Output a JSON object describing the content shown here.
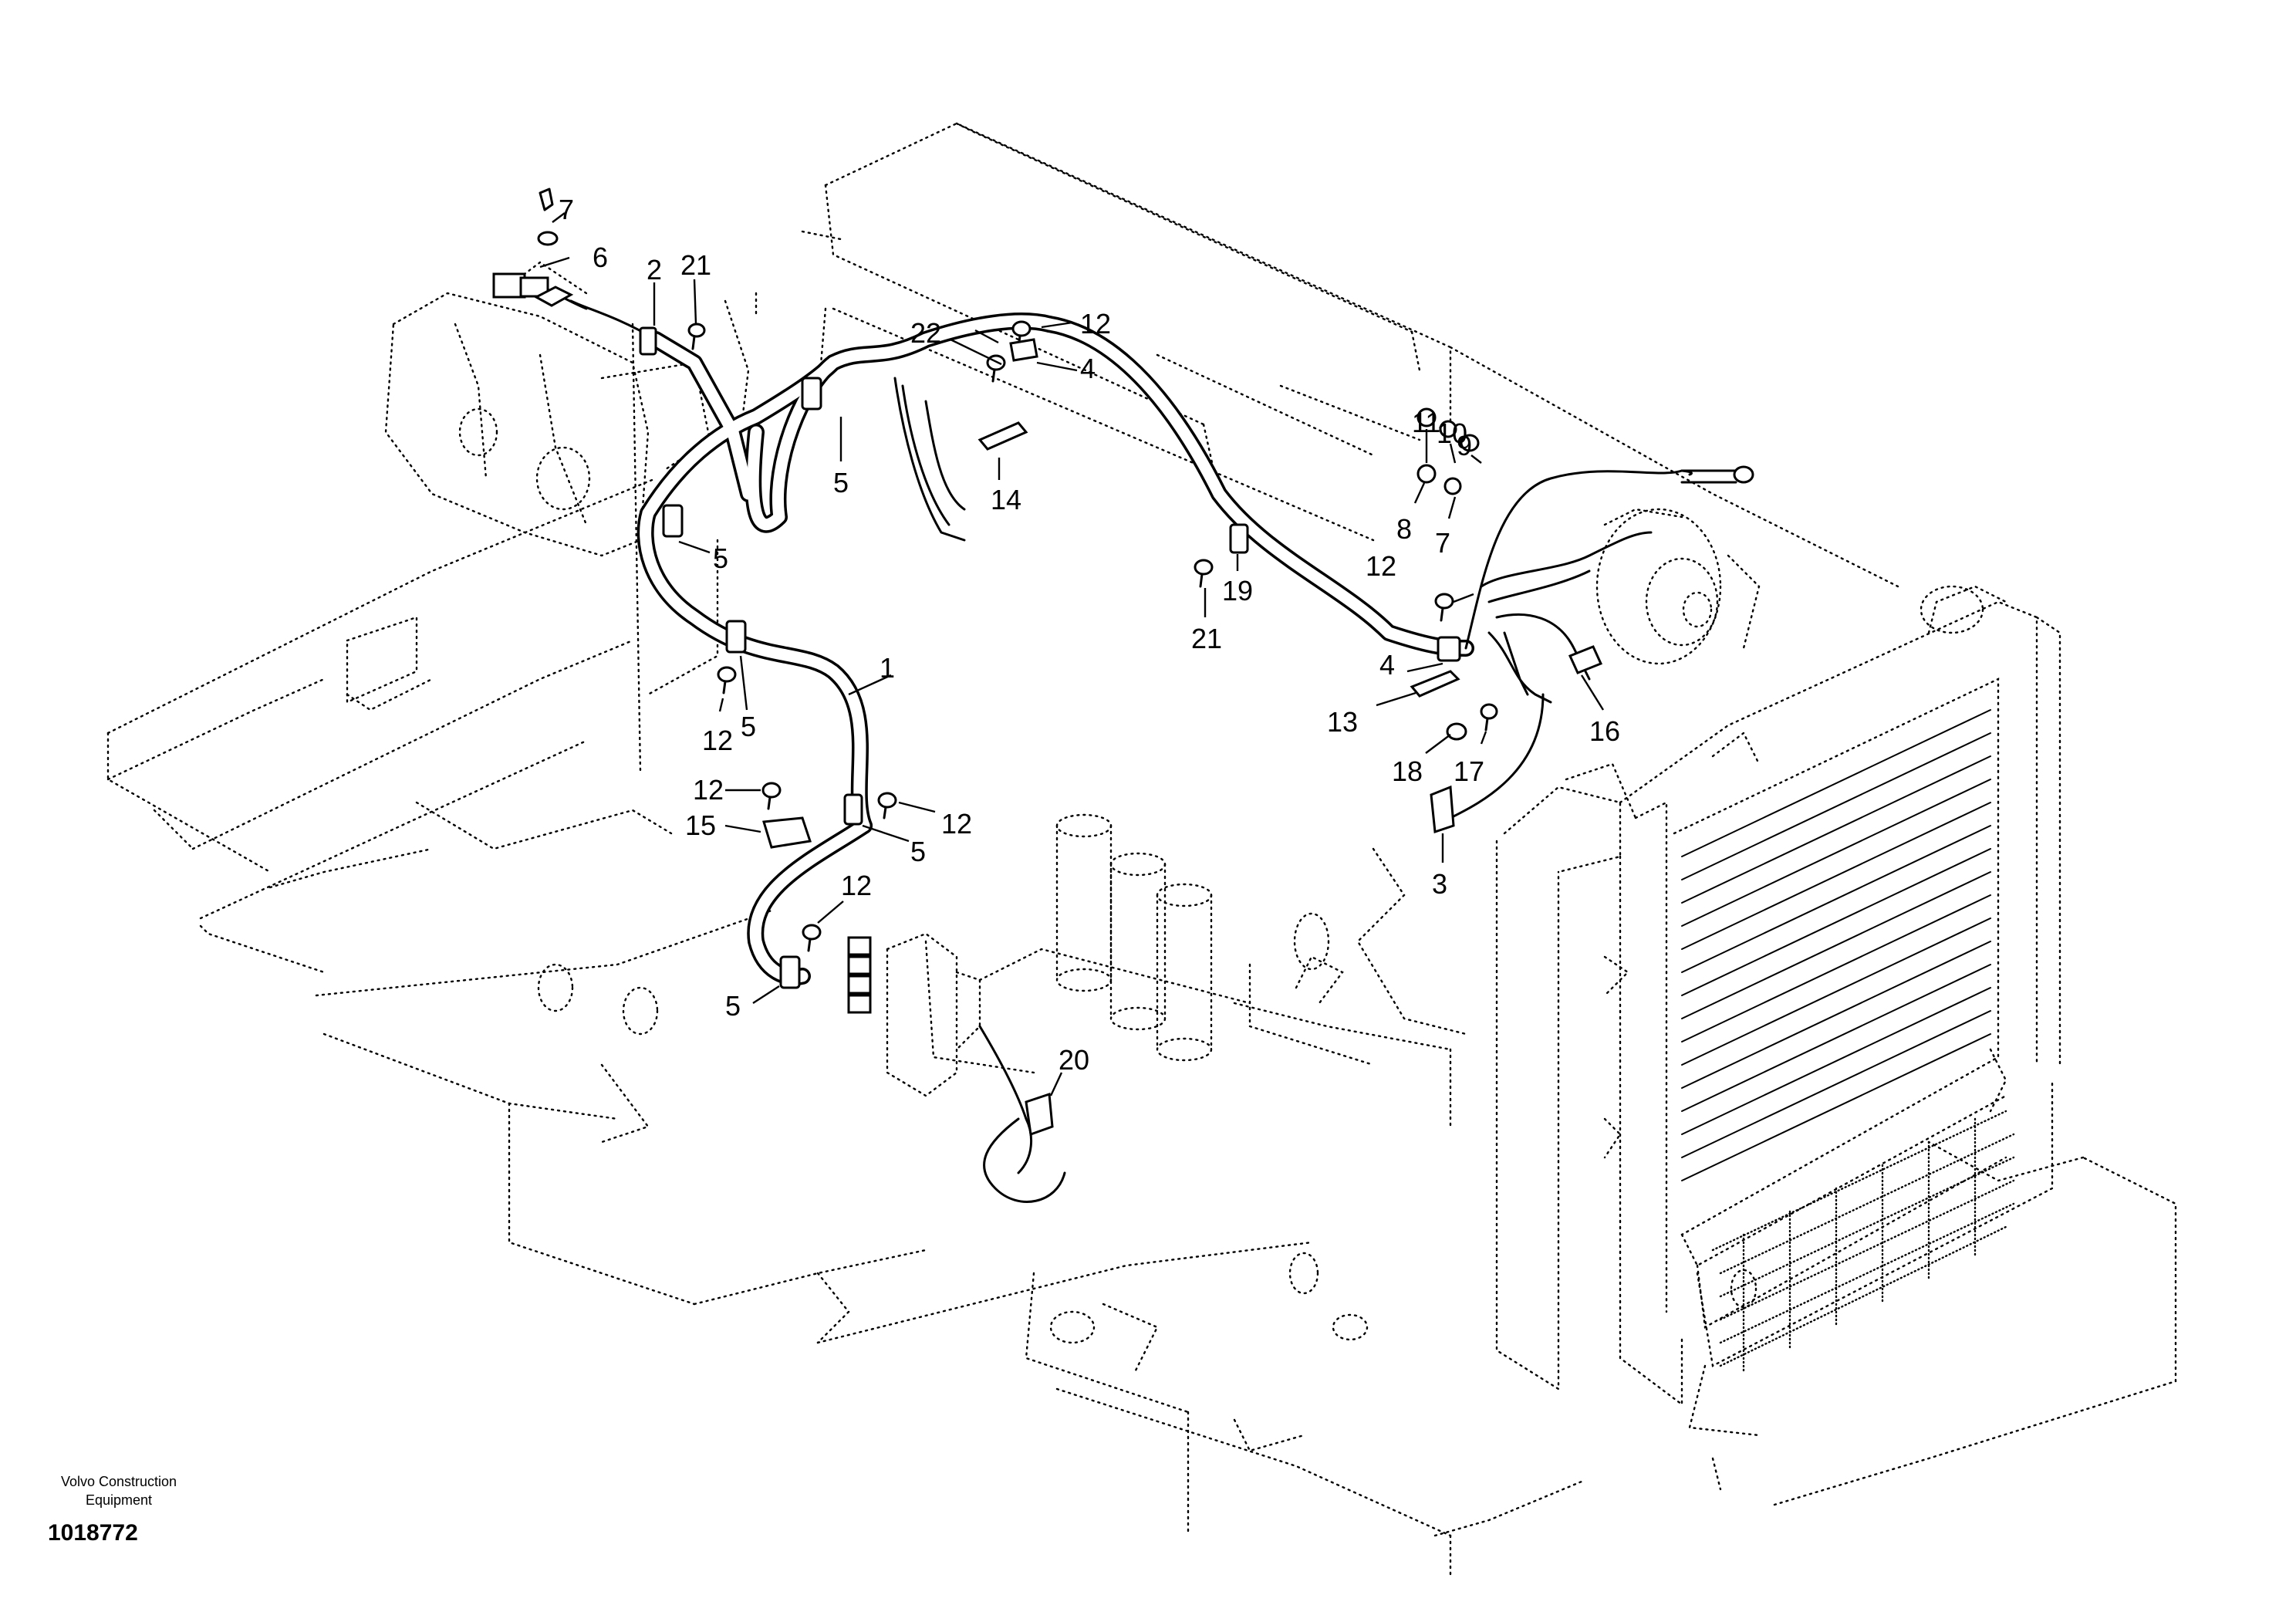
{
  "footer": {
    "brand_line1": "Volvo Construction",
    "brand_line2": "Equipment",
    "drawing_number": "1018772"
  },
  "callouts": [
    {
      "id": "c1",
      "label": "1"
    },
    {
      "id": "c2",
      "label": "2"
    },
    {
      "id": "c3",
      "label": "3"
    },
    {
      "id": "c4a",
      "label": "4"
    },
    {
      "id": "c4b",
      "label": "4"
    },
    {
      "id": "c5a",
      "label": "5"
    },
    {
      "id": "c5b",
      "label": "5"
    },
    {
      "id": "c5c",
      "label": "5"
    },
    {
      "id": "c5d",
      "label": "5"
    },
    {
      "id": "c5e",
      "label": "5"
    },
    {
      "id": "c6",
      "label": "6"
    },
    {
      "id": "c7a",
      "label": "7"
    },
    {
      "id": "c7b",
      "label": "7"
    },
    {
      "id": "c8",
      "label": "8"
    },
    {
      "id": "c9",
      "label": "9"
    },
    {
      "id": "c10",
      "label": "10"
    },
    {
      "id": "c11",
      "label": "11"
    },
    {
      "id": "c12a",
      "label": "12"
    },
    {
      "id": "c12b",
      "label": "12"
    },
    {
      "id": "c12c",
      "label": "12"
    },
    {
      "id": "c12d",
      "label": "12"
    },
    {
      "id": "c12e",
      "label": "12"
    },
    {
      "id": "c12f",
      "label": "12"
    },
    {
      "id": "c13",
      "label": "13"
    },
    {
      "id": "c14",
      "label": "14"
    },
    {
      "id": "c15",
      "label": "15"
    },
    {
      "id": "c16",
      "label": "16"
    },
    {
      "id": "c17",
      "label": "17"
    },
    {
      "id": "c18",
      "label": "18"
    },
    {
      "id": "c19",
      "label": "19"
    },
    {
      "id": "c20",
      "label": "20"
    },
    {
      "id": "c21a",
      "label": "21"
    },
    {
      "id": "c21b",
      "label": "21"
    },
    {
      "id": "c22",
      "label": "22"
    }
  ]
}
